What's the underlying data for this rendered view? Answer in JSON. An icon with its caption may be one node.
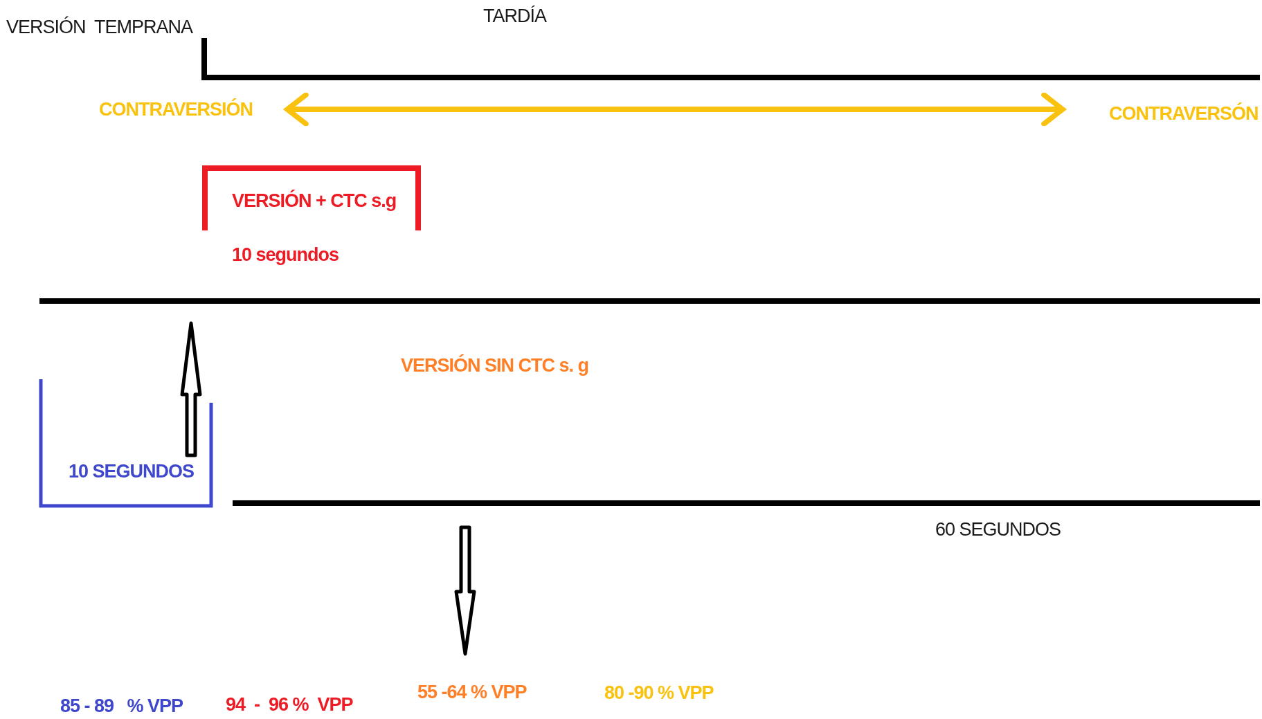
{
  "diagram": {
    "labels": [
      "VERSIÓN",
      "TEMPRANA",
      "TARDÍA",
      "CONTRAVERSIÓN",
      "CONTRAVERSÓN",
      "VERSIÓN + CTC s.g",
      "10 segundos",
      "VERSIÓN SIN CTC s. g",
      "10 SEGUNDOS",
      "60 SEGUNDOS",
      "85 - 89   % VPP",
      "94  -  96 %  VPP",
      "55 -64 % VPP",
      "80 -90 % VPP"
    ]
  }
}
